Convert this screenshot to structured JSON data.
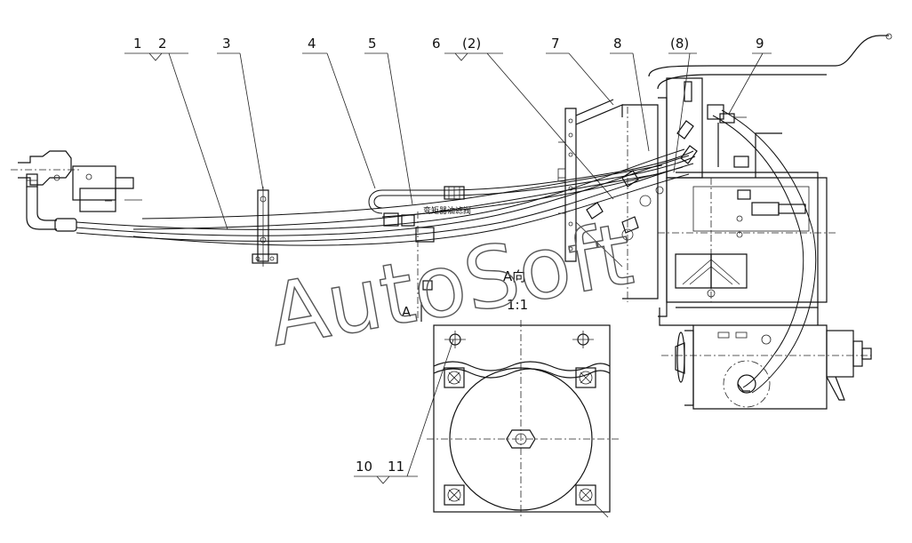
{
  "callouts": [
    {
      "id": "c1",
      "text": "1"
    },
    {
      "id": "c2",
      "text": "2"
    },
    {
      "id": "c3",
      "text": "3"
    },
    {
      "id": "c4",
      "text": "4"
    },
    {
      "id": "c5",
      "text": "5"
    },
    {
      "id": "c6",
      "text": "6"
    },
    {
      "id": "c2b",
      "text": "(2)"
    },
    {
      "id": "c7",
      "text": "7"
    },
    {
      "id": "c8",
      "text": "8"
    },
    {
      "id": "c8b",
      "text": "(8)"
    },
    {
      "id": "c9",
      "text": "9"
    },
    {
      "id": "c10",
      "text": "10"
    },
    {
      "id": "c11",
      "text": "11"
    }
  ],
  "annotations": {
    "view_label": "A向",
    "scale": "1:1",
    "section_marker": "A",
    "valve_note": "变矩器油滤阀"
  },
  "watermark": "AutoSoft"
}
